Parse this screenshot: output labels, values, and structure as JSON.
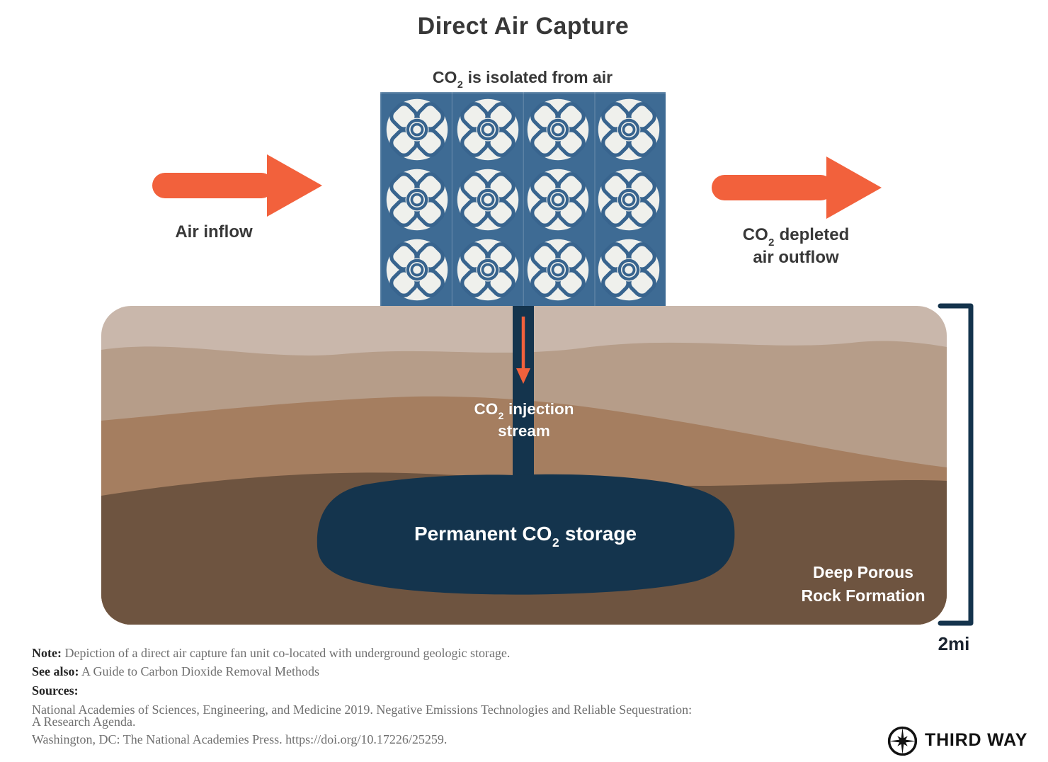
{
  "title": "Direct Air Capture",
  "colors": {
    "orange": "#f2613c",
    "fan-blue": "#3e6b94",
    "fan-white": "#eff0ec",
    "blade-blue": "#38648e",
    "navy": "#14344d",
    "bracket-navy": "#14334c",
    "ground-1": "#c9b7ab",
    "ground-2": "#b69d89",
    "ground-3": "#a57e60",
    "ground-4": "#6e5440",
    "heading": "#383838",
    "label-white": "#ffffff",
    "depth-text": "#1b2430",
    "footer-label": "#262626",
    "footer-text": "#6f6f6f",
    "logo-black": "#121212"
  },
  "capture_unit": {
    "label": {
      "pre": "CO",
      "sub": "2",
      "post": " is isolated from air"
    },
    "fan_rows": 3,
    "fan_cols": 4
  },
  "flows": {
    "inflow_label": "Air inflow",
    "outflow_line1": {
      "pre": "CO",
      "sub": "2",
      "post": " depleted"
    },
    "outflow_line2": "air outflow"
  },
  "underground": {
    "injection_line1": {
      "pre": "CO",
      "sub": "2",
      "post": " injection"
    },
    "injection_line2": "stream",
    "storage_label": {
      "pre": "Permanent CO",
      "sub": "2",
      "post": " storage"
    },
    "formation_line1": "Deep Porous",
    "formation_line2": "Rock Formation",
    "depth_label": "2mi"
  },
  "footer": {
    "note_label": "Note:",
    "note_text": " Depiction of a direct air capture fan unit co-located with underground geologic storage.",
    "see_also_label": "See also:",
    "see_also_text": " A Guide to Carbon Dioxide Removal Methods",
    "sources_label": "Sources:",
    "source_line1": "National Academies of Sciences, Engineering, and Medicine 2019. Negative Emissions Technologies and Reliable Sequestration:",
    "source_line2": "A Research Agenda.",
    "source_line3": "Washington, DC: The National Academies Press. https://doi.org/10.17226/25259.",
    "logo_text": "THIRD WAY"
  }
}
